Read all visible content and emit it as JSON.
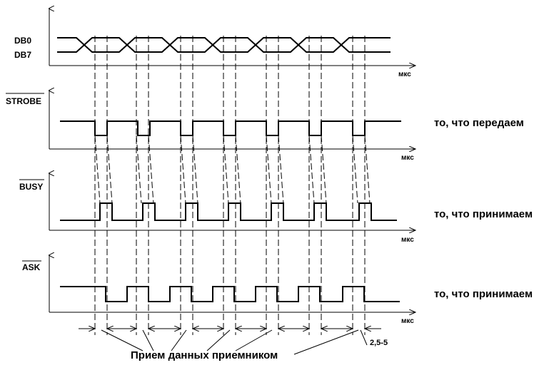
{
  "signals": {
    "db0": "DB0",
    "db7": "DB7",
    "strobe": "STROBE",
    "busy": "BUSY",
    "ask": "ASK"
  },
  "axis_unit": "мкс",
  "descriptions": {
    "strobe": "то, что передаем",
    "busy": "то, что принимаем",
    "ask": "то, что принимаем"
  },
  "caption": "Прием данных приемником",
  "interval_label": "2,5-5"
}
